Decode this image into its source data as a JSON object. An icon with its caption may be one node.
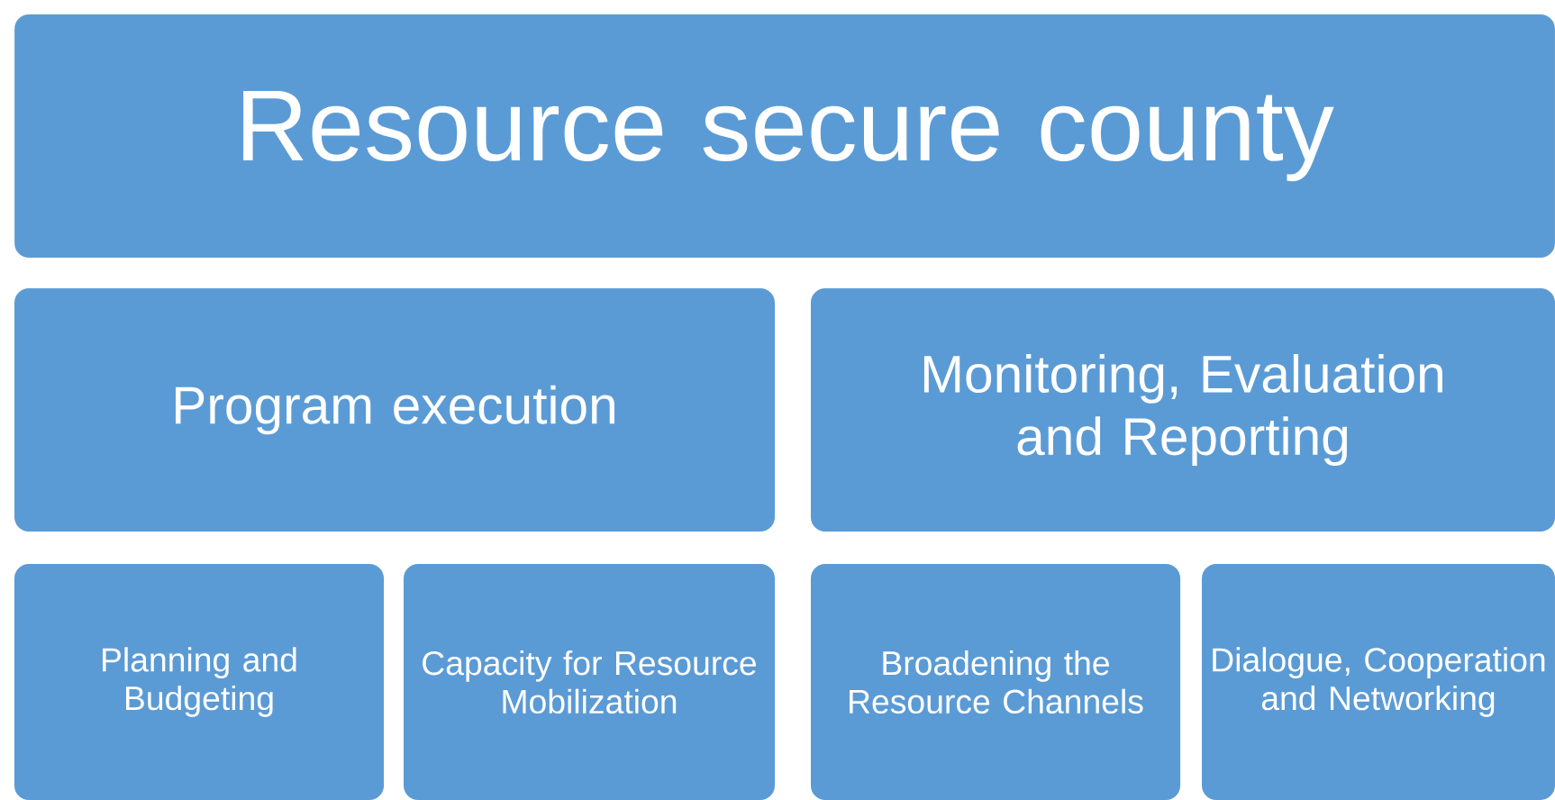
{
  "diagram": {
    "nodes": [
      {
        "text": [
          "Resource secure county"
        ]
      },
      {
        "text": [
          "Program execution"
        ]
      },
      {
        "text": [
          "Monitoring, Evaluation and Reporting"
        ]
      },
      {
        "text": [
          "Planning and Budgeting"
        ]
      },
      {
        "text": [
          "Capacity for Resource Mobilization"
        ]
      },
      {
        "text": [
          "Broadening the Resource Channels"
        ]
      },
      {
        "text": [
          "Dialogue, Cooperation and Networking"
        ]
      }
    ]
  }
}
